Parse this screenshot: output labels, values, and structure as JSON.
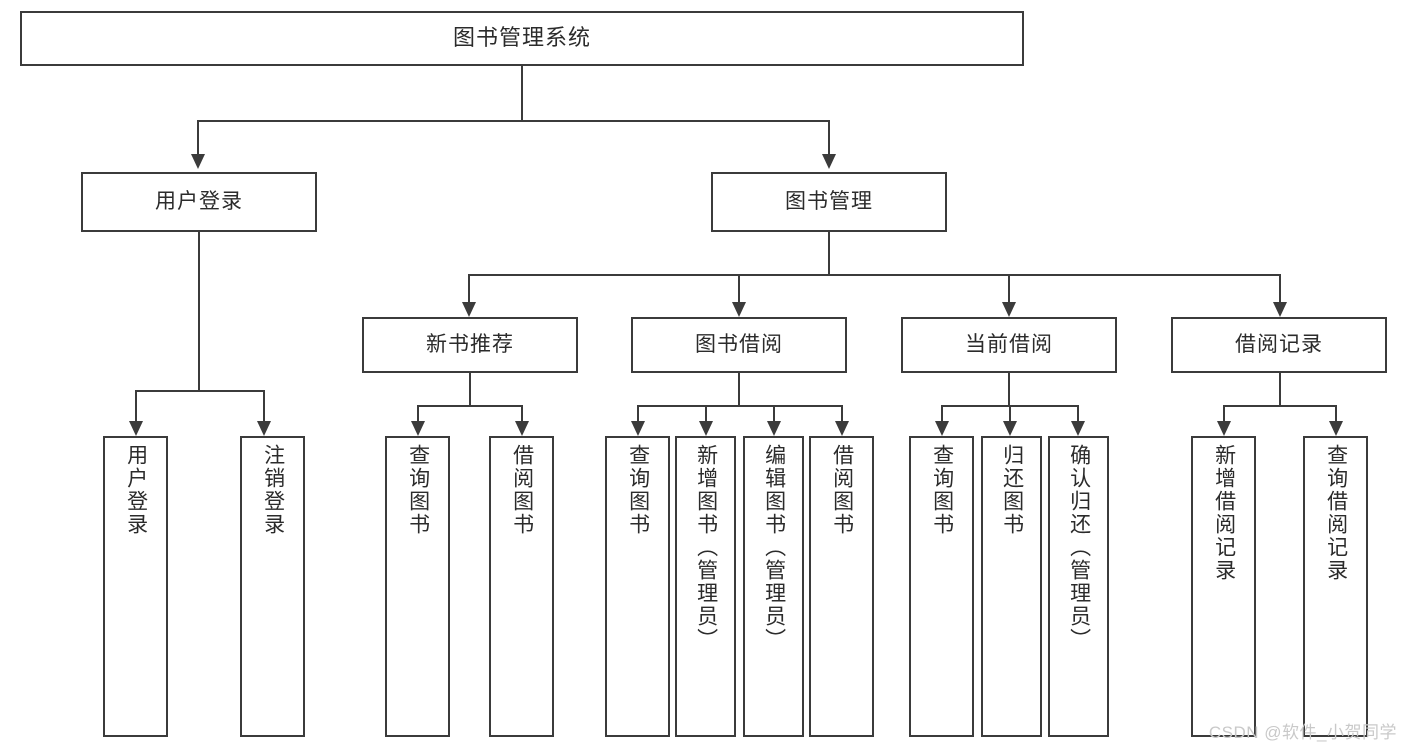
{
  "diagram": {
    "type": "tree",
    "title": "图书管理系统",
    "root": {
      "label": "图书管理系统"
    },
    "level2": [
      {
        "label": "用户登录"
      },
      {
        "label": "图书管理"
      }
    ],
    "level3": [
      {
        "label": "新书推荐"
      },
      {
        "label": "图书借阅"
      },
      {
        "label": "当前借阅"
      },
      {
        "label": "借阅记录"
      }
    ],
    "leaves": {
      "user_login": [
        {
          "label": "用户登录"
        },
        {
          "label": "注销登录"
        }
      ],
      "new_book": [
        {
          "label": "查询图书"
        },
        {
          "label": "借阅图书"
        }
      ],
      "book_borrow": [
        {
          "label": "查询图书"
        },
        {
          "label": "新增图书（管理员）"
        },
        {
          "label": "编辑图书（管理员）"
        },
        {
          "label": "借阅图书"
        }
      ],
      "current_borrow": [
        {
          "label": "查询图书"
        },
        {
          "label": "归还图书"
        },
        {
          "label": "确认归还（管理员）"
        }
      ],
      "borrow_record": [
        {
          "label": "新增借阅记录"
        },
        {
          "label": "查询借阅记录"
        }
      ]
    }
  },
  "watermark": {
    "text": "CSDN @软件_小贺同学"
  },
  "colors": {
    "border": "#3b3b3b",
    "text": "#2b2b2b",
    "background": "#ffffff",
    "watermark": "#c9c9c9"
  }
}
